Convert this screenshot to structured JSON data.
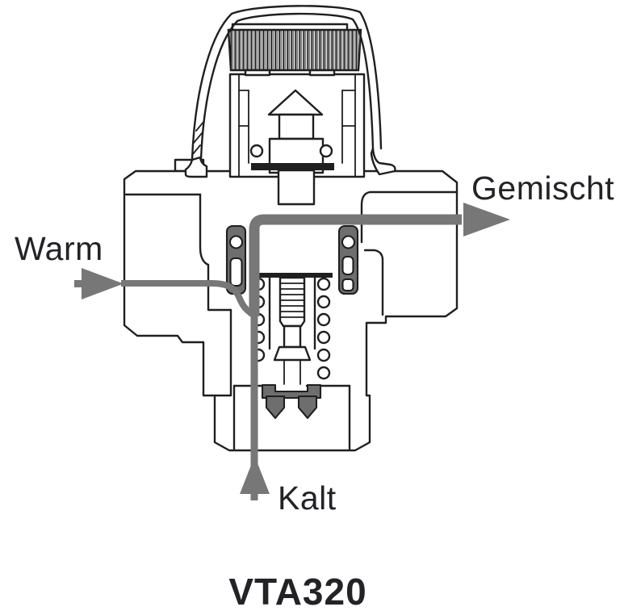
{
  "labels": {
    "warm": "Warm",
    "cold": "Kalt",
    "mixed": "Gemischt"
  },
  "caption": {
    "model": "VTA320"
  },
  "colors": {
    "linework": "#1f1f1f",
    "flow_arrow": "#777777",
    "seal_rubber": "#6e6e6e",
    "label_text": "#232327",
    "background": "#ffffff"
  },
  "icons": {
    "warm_arrow": "right-arrow",
    "cold_arrow": "up-arrow",
    "mixed_arrow": "right-arrow"
  }
}
